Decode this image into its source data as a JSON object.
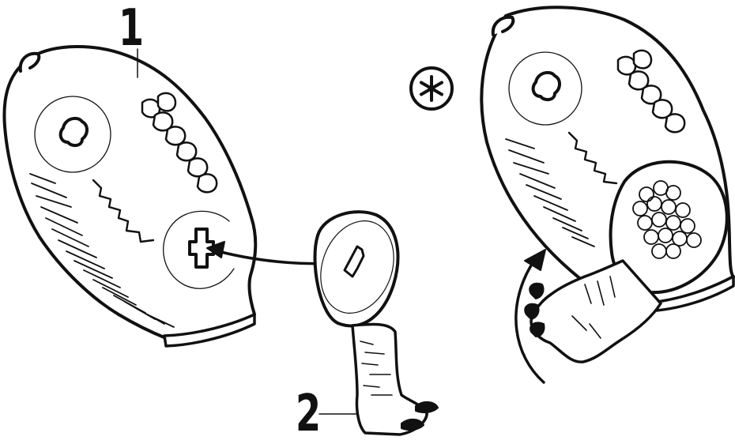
{
  "parts": [
    {
      "id": "part-1",
      "label": "1"
    },
    {
      "id": "part-2",
      "label": "2"
    }
  ],
  "symbols": {
    "attach_symbol": "asterisk-circle-icon"
  },
  "colors": {
    "ink": "#111111",
    "paper": "#ffffff"
  }
}
